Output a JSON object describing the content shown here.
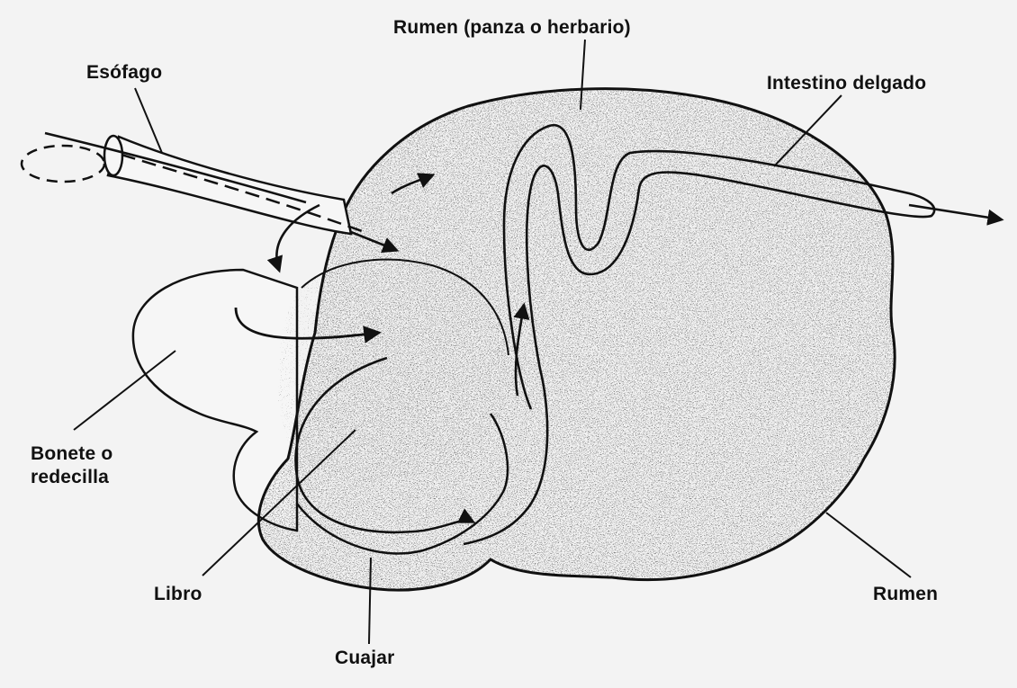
{
  "diagram": {
    "labels": {
      "esofago": "Esófago",
      "rumen_top": "Rumen (panza o herbario)",
      "intestino": "Intestino delgado",
      "bonete": "Bonete o\nredecilla",
      "libro": "Libro",
      "cuajar": "Cuajar",
      "rumen_bottom": "Rumen"
    },
    "colors": {
      "ink": "#111111",
      "paper": "#f3f3f3",
      "stipple": "#1a1a1a"
    }
  }
}
